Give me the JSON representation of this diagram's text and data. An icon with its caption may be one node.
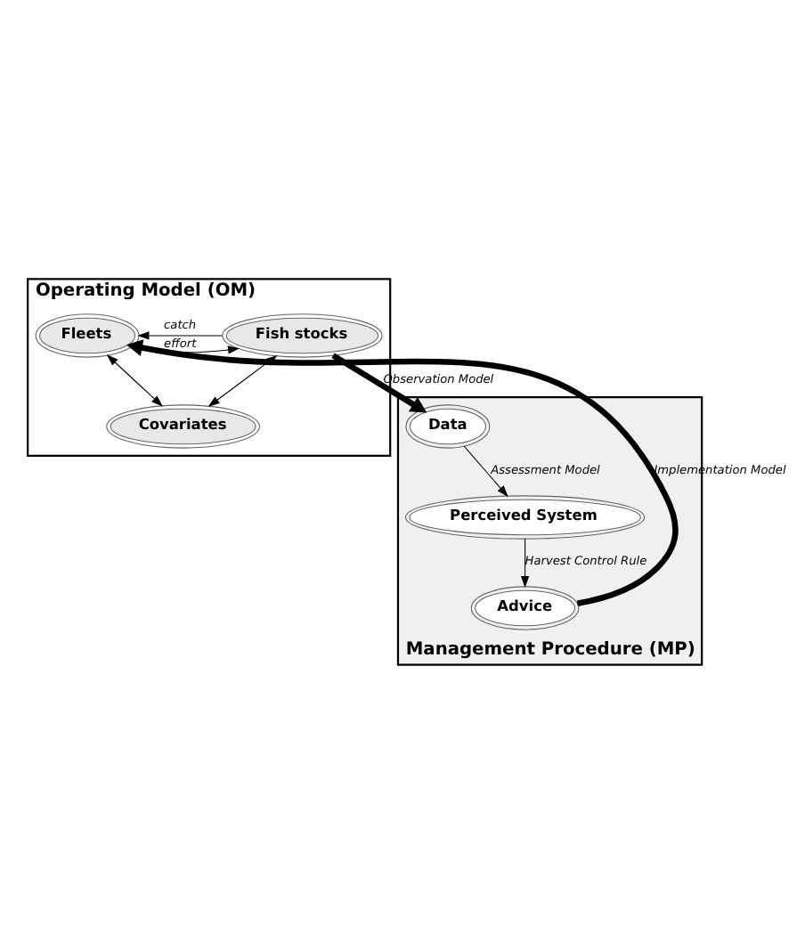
{
  "diagram": {
    "nodes": [
      {
        "text": [
          "Operating Model (OM)"
        ]
      },
      {
        "text": [
          "Fish stocks"
        ],
        "in": 0
      },
      {
        "text": [
          "Fleets"
        ],
        "in": 0
      },
      {
        "text": [
          "Covariates"
        ],
        "in": 0
      },
      {
        "text": [
          "Management Procedure (MP)"
        ]
      },
      {
        "text": [
          "Data"
        ],
        "in": 4
      },
      {
        "text": [
          "Perceived System"
        ],
        "in": 4
      },
      {
        "text": [
          "Advice"
        ],
        "in": 4
      }
    ],
    "edges": [
      {
        "from": 1,
        "to": 2,
        "arrow": "to",
        "label": "catch"
      },
      {
        "from": 2,
        "to": 1,
        "arrow": "to",
        "label": "effort"
      },
      {
        "from": 1,
        "to": 3,
        "arrow": "both"
      },
      {
        "from": 2,
        "to": 3,
        "arrow": "both"
      },
      {
        "from": 1,
        "to": 5,
        "arrow": "to",
        "label": "Observation Model",
        "style": "thick"
      },
      {
        "from": 5,
        "to": 6,
        "arrow": "to",
        "label": "Assessment Model"
      },
      {
        "from": 6,
        "to": 7,
        "arrow": "to",
        "label": "Harvest Control Rule"
      },
      {
        "from": 7,
        "to": 2,
        "arrow": "to",
        "label": "Implementation Model",
        "style": "thick"
      }
    ]
  }
}
